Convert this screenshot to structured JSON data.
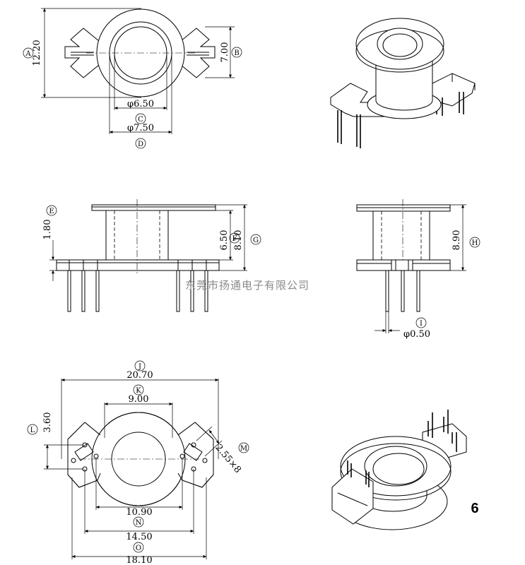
{
  "top_view": {
    "dim_a": "12.20",
    "label_a": "A",
    "dim_b": "7.00",
    "label_b": "B",
    "dim_c": "φ6.50",
    "label_c": "C",
    "dim_d": "φ7.50",
    "label_d": "D"
  },
  "front_view": {
    "dim_e": "1.80",
    "label_e": "E",
    "dim_f": "6.50",
    "label_f": "F",
    "dim_g": "8.10",
    "label_g": "G"
  },
  "side_view": {
    "dim_h": "8.90",
    "label_h": "H",
    "dim_i": "φ0.50",
    "label_i": "I"
  },
  "bottom_view": {
    "dim_j": "20.70",
    "label_j": "J",
    "dim_k": "9.00",
    "label_k": "K",
    "dim_l": "3.60",
    "label_l": "L",
    "dim_m": "2.55×8",
    "label_m": "M",
    "dim_inner": "10.90",
    "dim_n": "14.50",
    "label_n": "N",
    "dim_o": "18.10",
    "label_o": "O"
  },
  "watermark": "东莞市扬通电子有限公司",
  "page_number": "6"
}
